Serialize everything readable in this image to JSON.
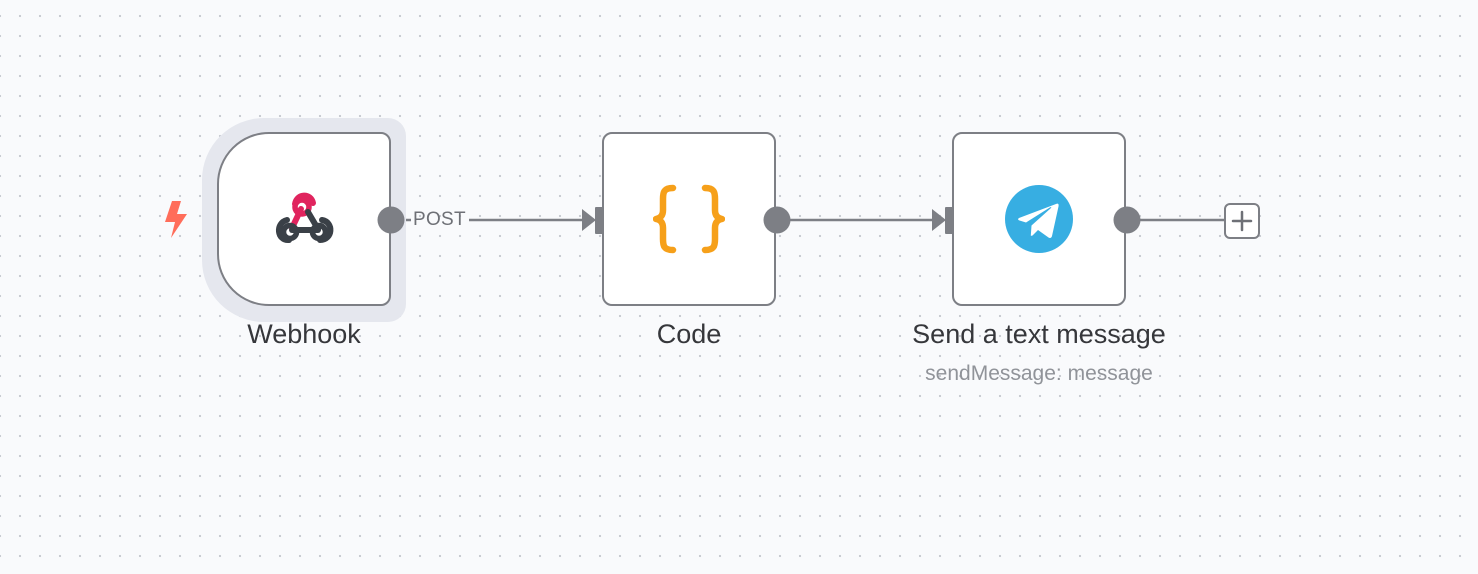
{
  "workflow": {
    "nodes": [
      {
        "id": "webhook",
        "name": "Webhook",
        "subtitle": "",
        "icon": "webhook-icon",
        "trigger": true
      },
      {
        "id": "code",
        "name": "Code",
        "subtitle": "",
        "icon": "curly-braces-icon",
        "trigger": false
      },
      {
        "id": "telegram",
        "name": "Send a text message",
        "subtitle": "sendMessage: message",
        "icon": "telegram-icon",
        "trigger": false
      }
    ],
    "connections": [
      {
        "from": "webhook",
        "to": "code",
        "label": "POST"
      },
      {
        "from": "code",
        "to": "telegram",
        "label": ""
      }
    ],
    "add_button_icon": "plus-icon",
    "trigger_icon": "lightning-bolt-icon"
  },
  "colors": {
    "canvas_background": "#f9fafc",
    "node_border": "#7d7f85",
    "node_selected_halo": "#e5e7ee",
    "connector": "#7d7f85",
    "trigger_bolt": "#ff6d5a",
    "webhook_pink": "#e0245e",
    "webhook_dark": "#3a4047",
    "code_orange": "#f6a01a",
    "telegram_blue": "#37aee2"
  }
}
